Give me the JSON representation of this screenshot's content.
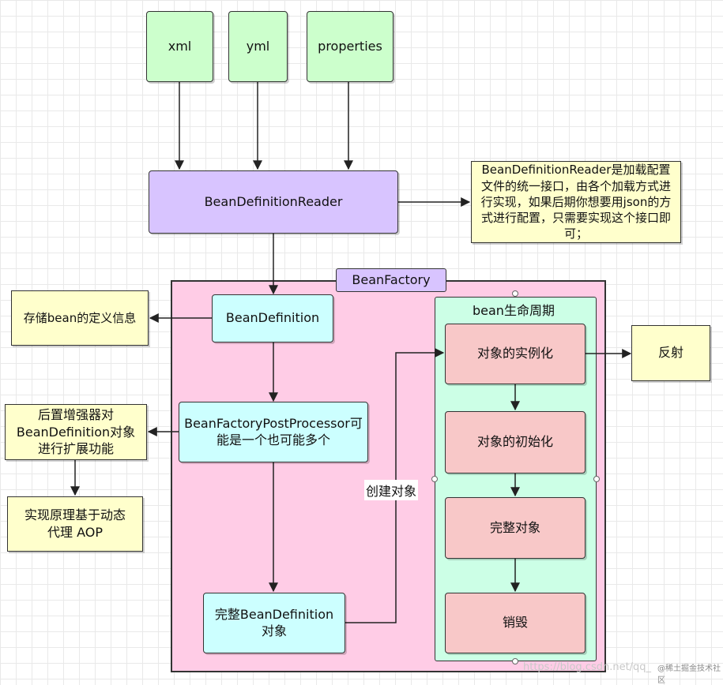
{
  "nodes": {
    "xml": "xml",
    "yml": "yml",
    "properties": "properties",
    "reader": "BeanDefinitionReader",
    "reader_note": "BeanDefinitionReader是加载配置文件的统一接口，由各个加载方式进行实现，如果后期你想要用json的方式进行配置，只需要实现这个接口即可；",
    "factory_title": "BeanFactory",
    "bean_definition": "BeanDefinition",
    "bean_definition_note": "存储bean的定义信息",
    "post_processor": "BeanFactoryPostProcessor可能是一个也可能多个",
    "post_processor_note": "后置增强器对BeanDefinition对象进行扩展功能",
    "principle_note": "实现原理基于动态代理 AOP",
    "complete_definition": "完整BeanDefinition对象",
    "lifecycle_title": "bean生命周期",
    "instantiate": "对象的实例化",
    "reflection": "反射",
    "initialize": "对象的初始化",
    "complete_object": "完整对象",
    "destroy": "销毁",
    "create_object_label": "创建对象"
  },
  "watermark": {
    "url": "https://blog.csdn.net/qq_",
    "brand": "@稀土掘金技术社区"
  }
}
